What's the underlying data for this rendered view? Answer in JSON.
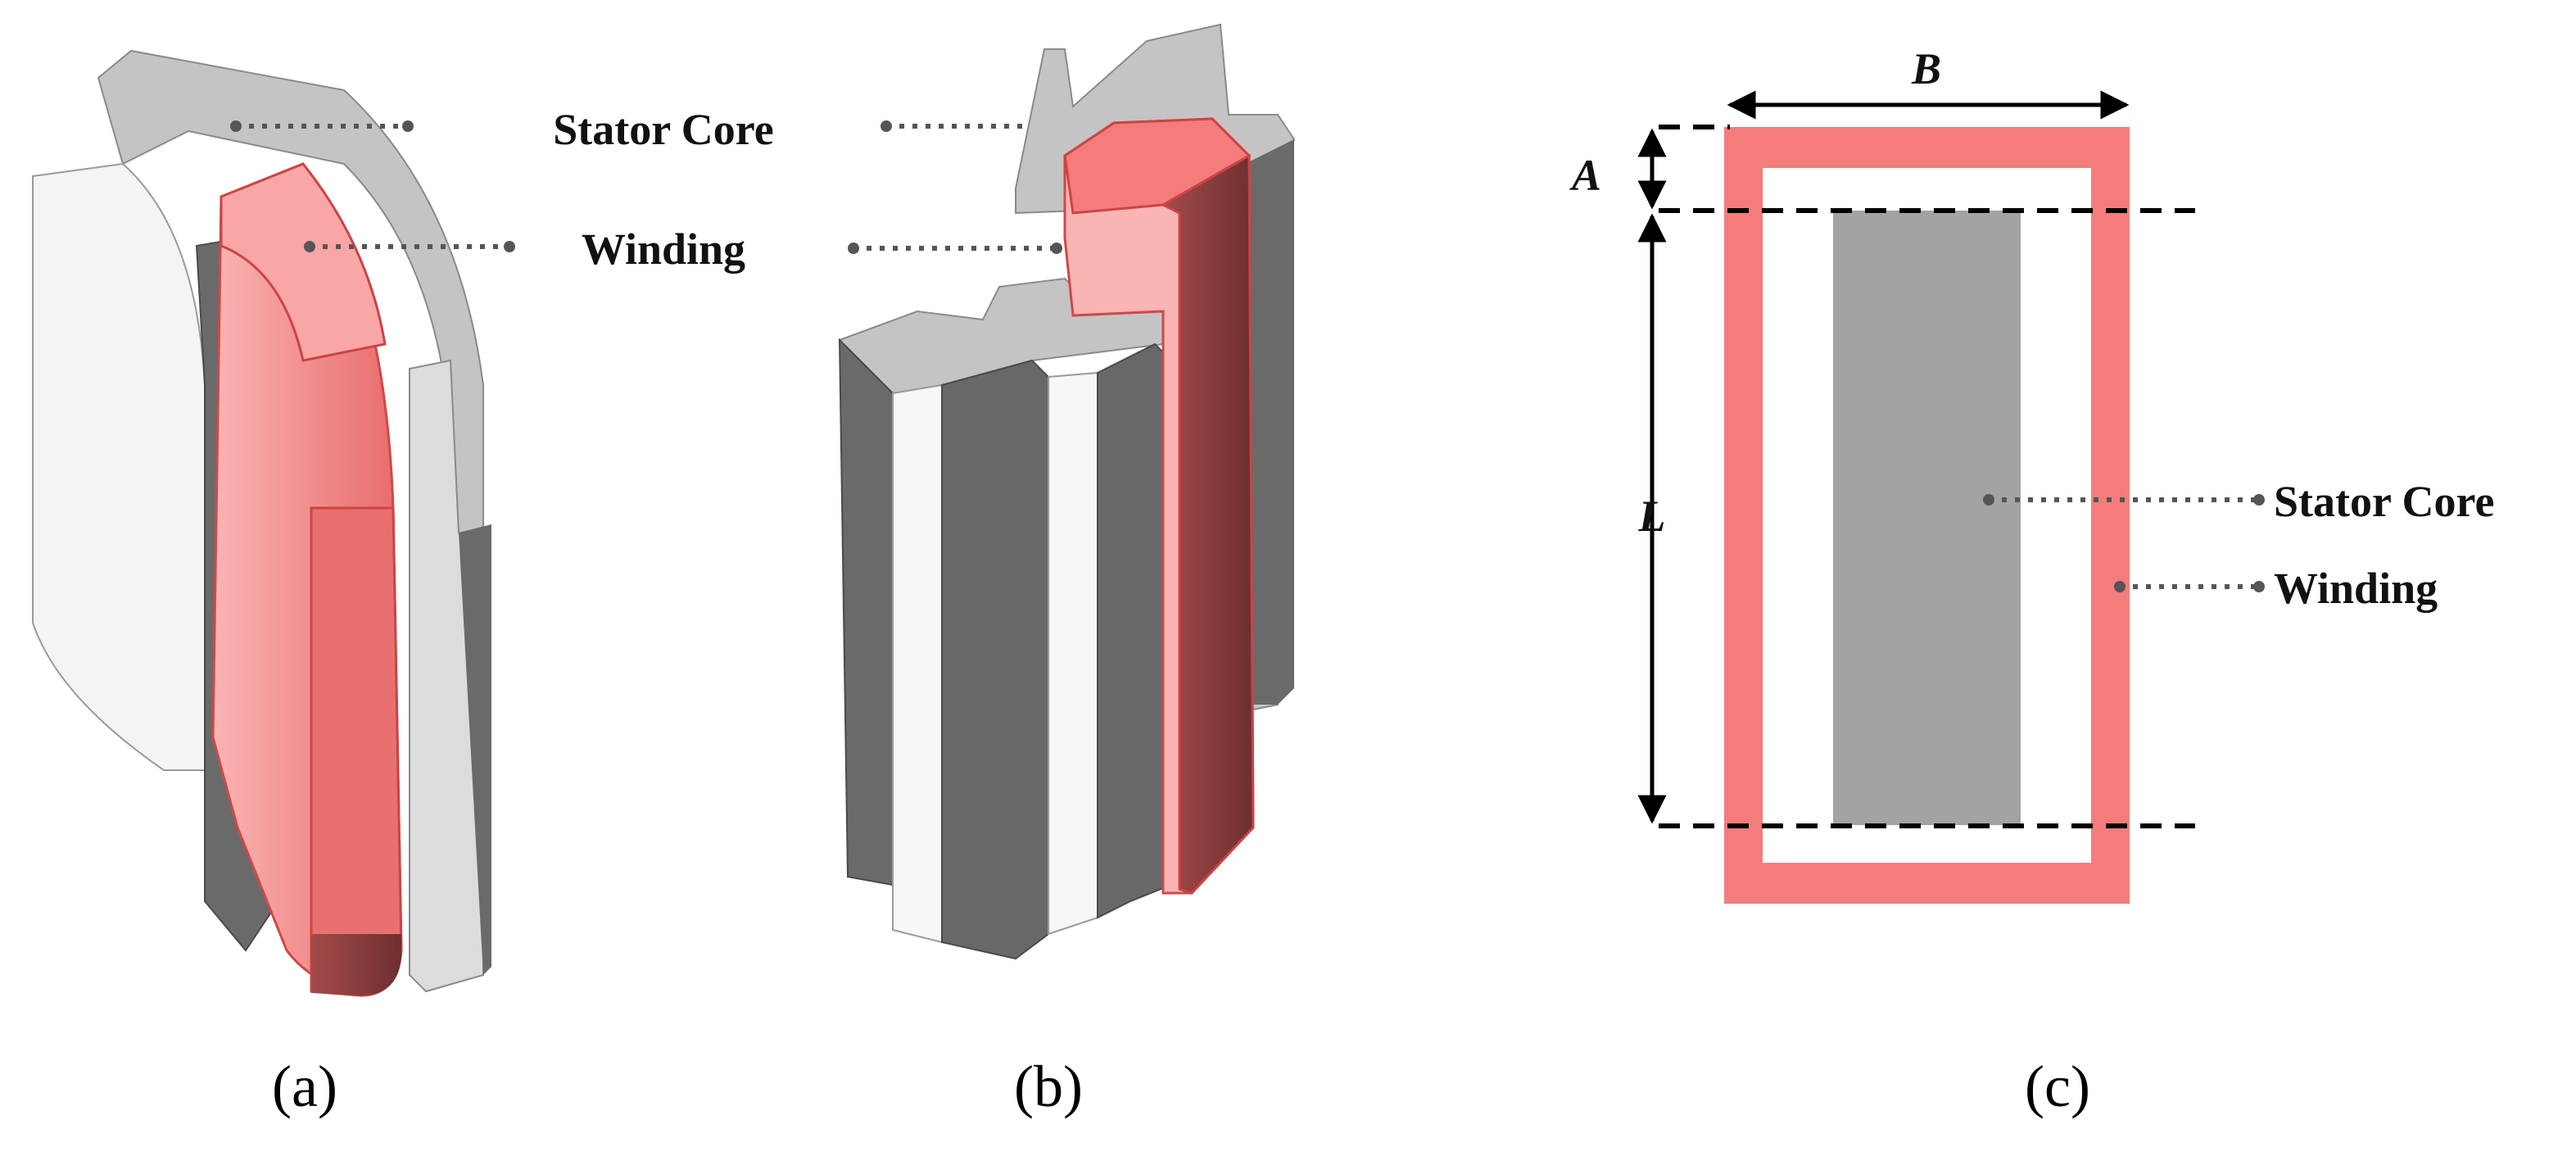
{
  "colors": {
    "winding": "#f47c7c",
    "winding_light": "#fbb0b0",
    "winding_dark": "#7f3a3a",
    "core_light": "#c4c4c4",
    "core_dark": "#6a6a6a",
    "core_face": "#f4f4f4"
  },
  "panel_a": {
    "label": "(a)",
    "stator_core_label": "Stator Core",
    "winding_label": "Winding"
  },
  "panel_b": {
    "label": "(b)"
  },
  "panel_c": {
    "label": "(c)",
    "dim_a": "A",
    "dim_b": "B",
    "dim_l": "L",
    "stator_core_label": "Stator Core",
    "winding_label": "Winding"
  }
}
